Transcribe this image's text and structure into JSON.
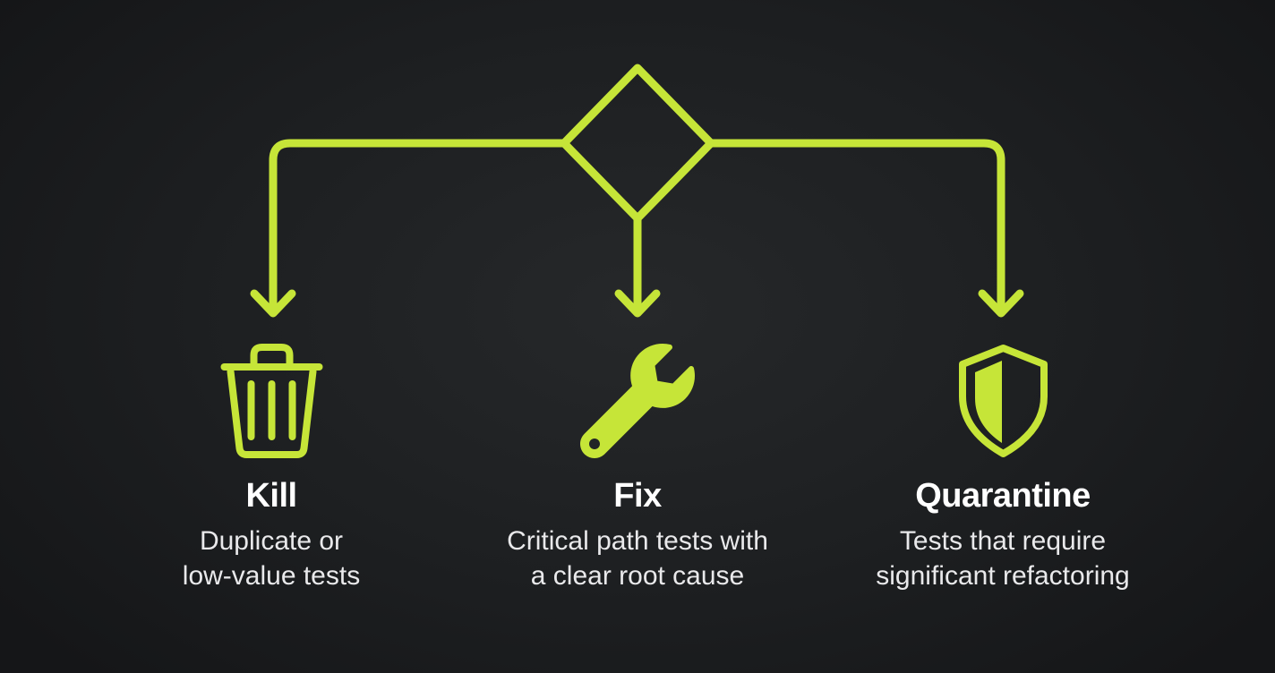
{
  "canvas": {
    "background_center": "#26282a",
    "background_edge": "#151618",
    "accent": "#c6e538",
    "heading_color": "#ffffff",
    "description_color": "#e9e9eb"
  },
  "diagram": {
    "type": "decision-flow",
    "root_shape": "decision-diamond",
    "branches": [
      {
        "id": "kill",
        "label": "Kill",
        "description_lines": [
          "Duplicate or",
          "low-value tests"
        ],
        "icon": "trash-icon"
      },
      {
        "id": "fix",
        "label": "Fix",
        "description_lines": [
          "Critical path tests with",
          "a clear root cause"
        ],
        "icon": "wrench-icon"
      },
      {
        "id": "quarantine",
        "label": "Quarantine",
        "description_lines": [
          "Tests that require",
          "significant refactoring"
        ],
        "icon": "shield-half-icon"
      }
    ]
  }
}
